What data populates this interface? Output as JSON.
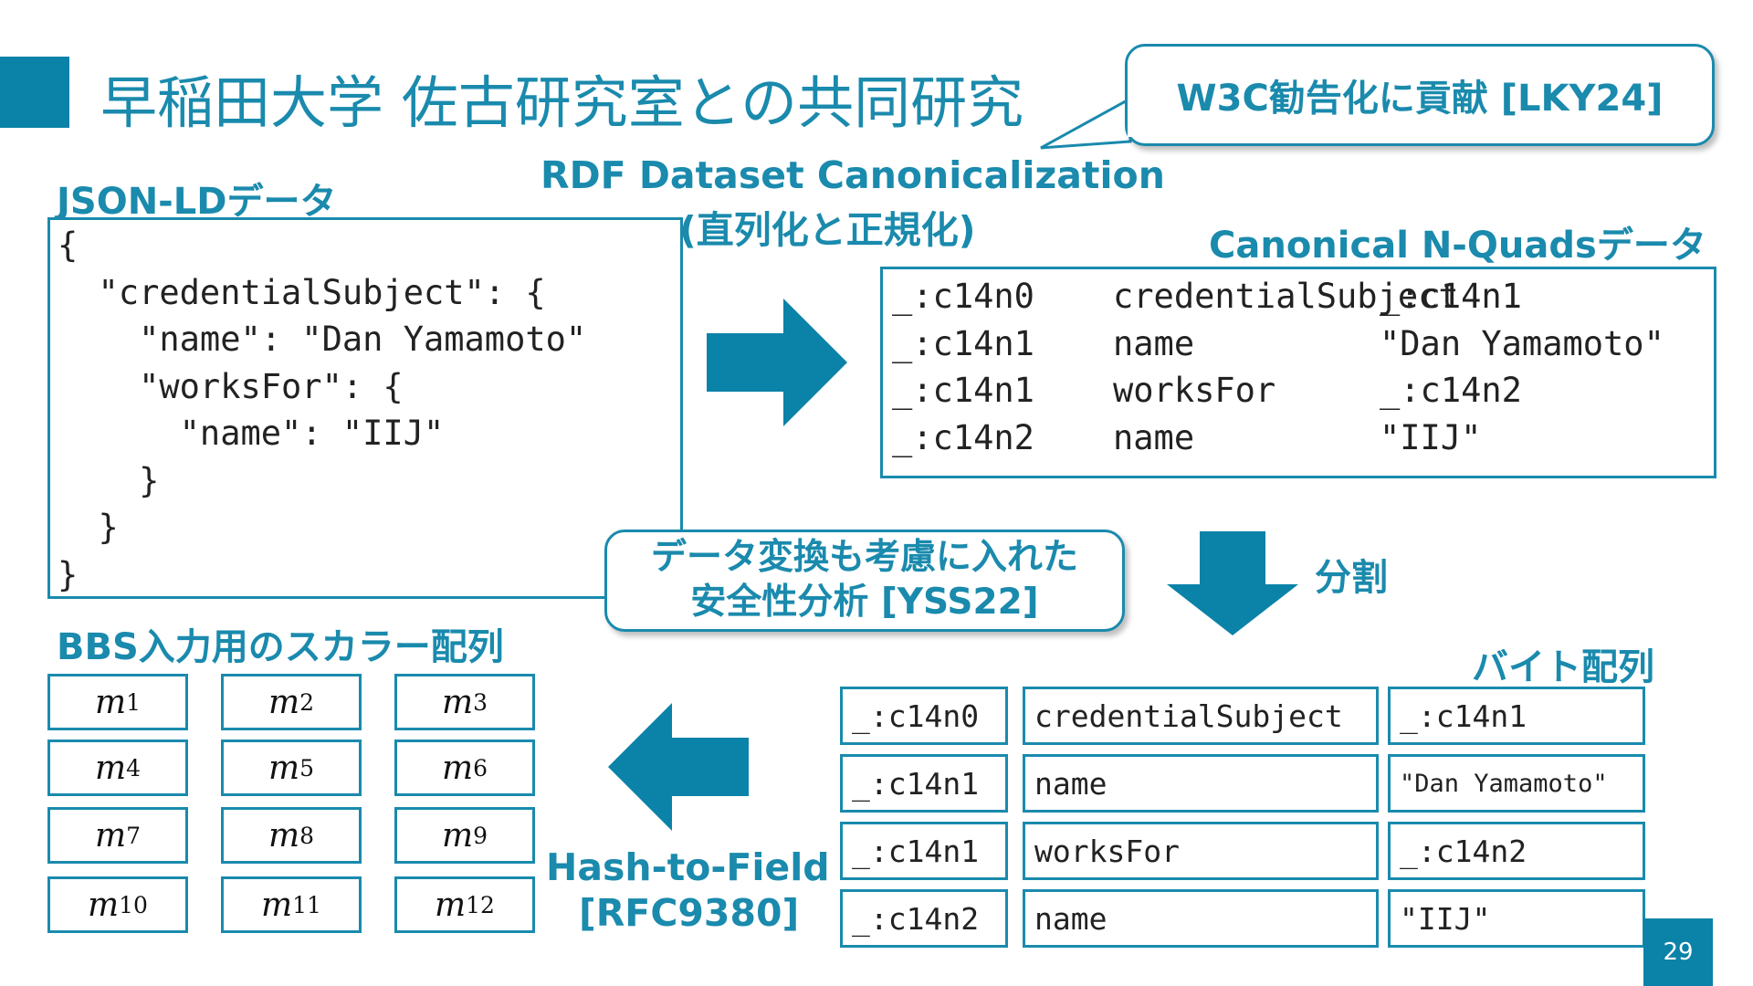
{
  "slide": {
    "title": "早稲田大学 佐古研究室との共同研究",
    "page_number": "29"
  },
  "callouts": {
    "w3c": "W3C勧告化に貢献 [LKY24]",
    "analysis_line1": "データ変換も考慮に入れた",
    "analysis_line2": "安全性分析 [YSS22]"
  },
  "labels": {
    "jsonld": "JSON-LDデータ",
    "rdfc_line1": "RDF Dataset Canonicalization",
    "rdfc_line2": "(直列化と正規化)",
    "nquads": "Canonical N-Quadsデータ",
    "split": "分割",
    "byte_array": "バイト配列",
    "bbs_scalars": "BBS入力用のスカラー配列",
    "h2f_line1": "Hash-to-Field",
    "h2f_line2": "[RFC9380]"
  },
  "json_lines": [
    "{",
    "  \"credentialSubject\": {",
    "    \"name\": \"Dan Yamamoto\"",
    "    \"worksFor\": {",
    "      \"name\": \"IIJ\"",
    "    }",
    "  }",
    "}"
  ],
  "nquads_rows": [
    [
      "_:c14n0",
      "credentialSubject",
      "_:c14n1"
    ],
    [
      "_:c14n1",
      "name",
      "\"Dan Yamamoto\""
    ],
    [
      "_:c14n1",
      "worksFor",
      "_:c14n2"
    ],
    [
      "_:c14n2",
      "name",
      "\"IIJ\""
    ]
  ],
  "byte_rows": [
    [
      "_:c14n0",
      "credentialSubject",
      "_:c14n1"
    ],
    [
      "_:c14n1",
      "name",
      "\"Dan Yamamoto\""
    ],
    [
      "_:c14n1",
      "worksFor",
      "_:c14n2"
    ],
    [
      "_:c14n2",
      "name",
      "\"IIJ\""
    ]
  ],
  "scalars": [
    {
      "base": "m",
      "sub": "1"
    },
    {
      "base": "m",
      "sub": "2"
    },
    {
      "base": "m",
      "sub": "3"
    },
    {
      "base": "m",
      "sub": "4"
    },
    {
      "base": "m",
      "sub": "5"
    },
    {
      "base": "m",
      "sub": "6"
    },
    {
      "base": "m",
      "sub": "7"
    },
    {
      "base": "m",
      "sub": "8"
    },
    {
      "base": "m",
      "sub": "9"
    },
    {
      "base": "m",
      "sub": "10"
    },
    {
      "base": "m",
      "sub": "11"
    },
    {
      "base": "m",
      "sub": "12"
    }
  ],
  "colors": {
    "accent": "#1a8aad",
    "arrow": "#0b82a8",
    "text": "#222222"
  }
}
